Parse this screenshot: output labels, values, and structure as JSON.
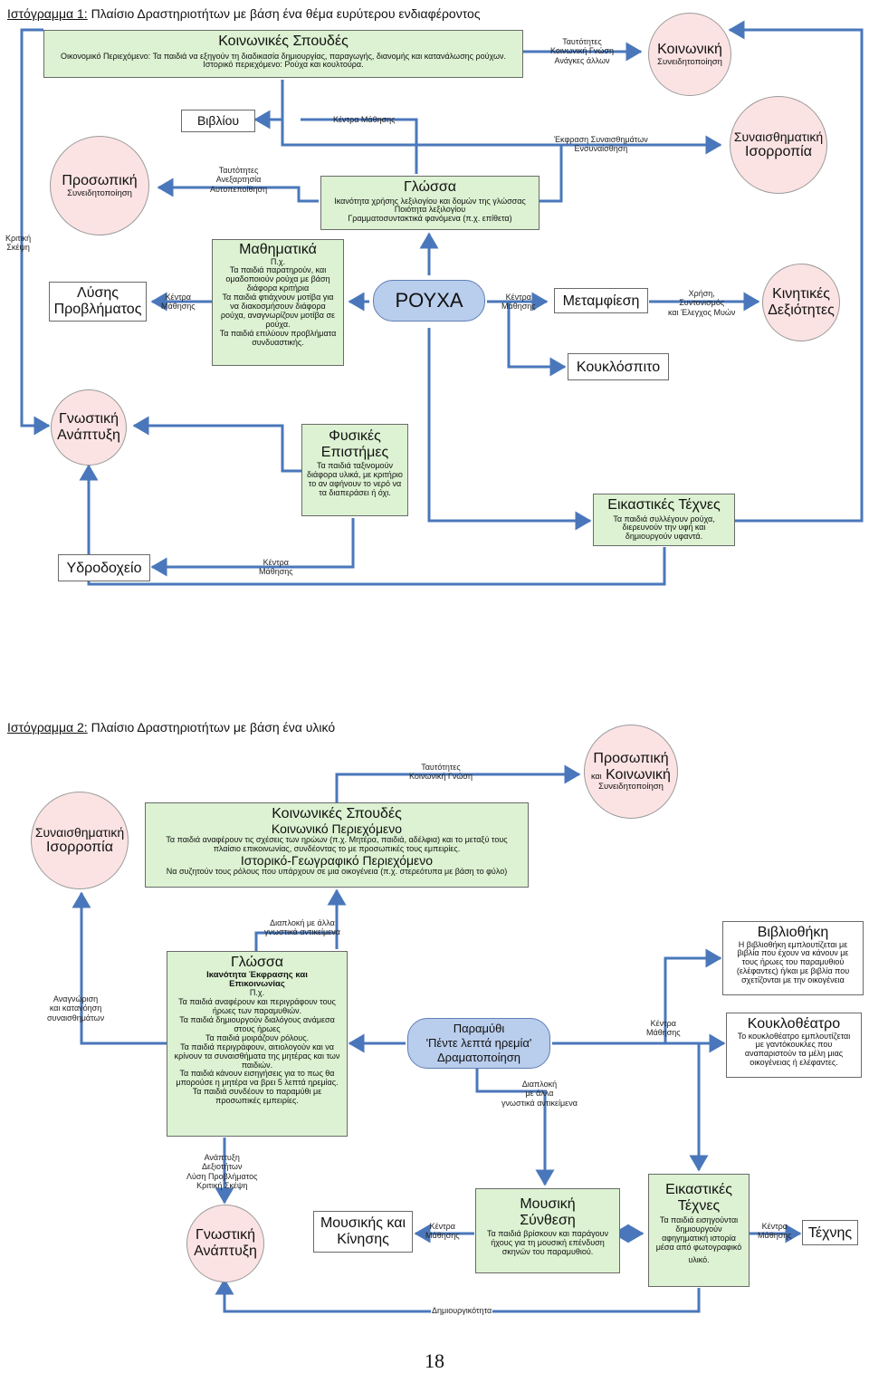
{
  "d1": {
    "cap_a": "Ιστόγραμμα 1:",
    "cap_b": " Πλαίσιο Δραστηριοτήτων με βάση ένα θέμα ευρύτερου ενδιαφέροντος",
    "kinon": {
      "title": "Κοινωνικές Σπουδές",
      "l1": "Οικονομικό Περιεχόμενο: Τα παιδιά να εξηγούν τη διαδικασία δημιουργίας, παραγωγής, διανομής και κατανάλωσης ρούχων.",
      "l2": "Ιστορικό περιεχόμενο: Ρούχα και κουλτούρα."
    },
    "c_koinoniki": {
      "t": "Κοινωνική",
      "s": "Συνειδητοποίηση"
    },
    "c_synais": {
      "t1": "Συναισθηματική",
      "t2": "Ισορροπία"
    },
    "c_prosopiki": {
      "t": "Προσωπική",
      "s": "Συνειδητοποίηση"
    },
    "c_kinitikes": {
      "t1": "Κινητικές",
      "t2": "Δεξιότητες"
    },
    "c_gnostiki": {
      "t1": "Γνωστική",
      "t2": "Ανάπτυξη"
    },
    "vivliou": "Βιβλίου",
    "glossa": {
      "title": "Γλώσσα",
      "l1": "Ικανότητα χρήσης λεξιλογίου και δομών της γλώσσας",
      "l2": "Ποιότητα λεξιλογίου",
      "l3": "Γραμματοσυντακτικά φανόμενα (π.χ. επίθετα)"
    },
    "math": {
      "title": "Μαθηματικά",
      "l1": "Π.χ.",
      "l2": "Τα παιδιά παρατηρούν, και",
      "l3": "ομαδοποιούν ρούχα με βάση",
      "l4": "διάφορα κριτήρια",
      "l5": "Τα παιδιά φτιάχνουν μοτίβα για",
      "l6": "να διακοσμήσουν διάφορα",
      "l7": "ρούχα, αναγνωρίζουν μοτίβα σε",
      "l8": "ρούχα.",
      "l9": "Τα παιδιά επιλύουν προβλήματα",
      "l10": "συνδυαστικής."
    },
    "lysis": {
      "t1": "Λύσης",
      "t2": "Προβλήματος"
    },
    "rouxa": "ΡΟΥΧΑ",
    "metamf": "Μεταμφίεση",
    "koukl": "Κουκλόσπιτο",
    "fysikes": {
      "t1": "Φυσικές",
      "t2": "Επιστήμες",
      "l1": "Τα παιδιά ταξινομούν",
      "l2": "διάφορα υλικά, με κριτήριο",
      "l3": "το αν αφήνουν το νερό να",
      "l4": "τα διαπεράσει ή όχι."
    },
    "eikast": {
      "title": "Εικαστικές Τέχνες",
      "l1": "Τα παιδιά συλλέγουν ρούχα,",
      "l2": "διερευνούν την υφή και",
      "l3": "δημιουργούν υφαντά."
    },
    "ydro": "Υδροδοχείο",
    "lb_tayt1": {
      "a": "Ταυτότητες",
      "b": "Κοινωνική Γνώση",
      "c": "Ανάγκες άλλων"
    },
    "lb_kentra1": "Κέντρα Μάθησης",
    "lb_ekfrasi": {
      "a": "Έκφραση Συναισθημάτων",
      "b": "Ενσυναίσθηση"
    },
    "lb_tayt2": {
      "a": "Ταυτότητες",
      "b": "Ανεξαρτησία",
      "c": "Αυτοπεποίθηση"
    },
    "lb_kritiki": {
      "a": "Κριτική",
      "b": "Σκέψη"
    },
    "lb_kentra2": {
      "a": "Κέντρα",
      "b": "Μάθησης"
    },
    "lb_kentra3": {
      "a": "Κέντρα",
      "b": "Μάθησης"
    },
    "lb_xrisi": {
      "a": "Χρήση,",
      "b": "Συντονισμός",
      "c": "και Έλεγχος Μυών"
    },
    "lb_kentra4": {
      "a": "Κέντρα",
      "b": "Μάθησης"
    }
  },
  "d2": {
    "cap_a": "Ιστόγραμμα 2:",
    "cap_b": " Πλαίσιο Δραστηριοτήτων με βάση ένα υλικό",
    "c_prosopiki": {
      "t1": "Προσωπική",
      "pre": "και",
      "t2": "Κοινωνική",
      "s": "Συνειδητοποίηση"
    },
    "c_synais": {
      "t1": "Συναισθηματική",
      "t2": "Ισορροπία"
    },
    "kinon": {
      "title": "Κοινωνικές Σπουδές",
      "sub1": "Κοινωνικό Περιεχόμενο",
      "l1": "Τα παιδιά αναφέρουν τις σχέσεις των ηρώων (π.χ. Μητέρα, παιδιά, αδέλφια) και το μεταξύ τους",
      "l2": "πλαίσιο επικοινωνίας, συνδέοντας το με προσωπικές τους εμπειρίες.",
      "sub2": "Ιστορικό-Γεωγραφικό Περιεχόμενο",
      "l3": "Να συζητούν τους ρόλους που υπάρχουν σε μια οικογένεια (π.χ. στερεότυπα με βάση το φύλο)"
    },
    "lb_tayt": {
      "a": "Ταυτότητες",
      "b": "Κοινωνική Γνώση"
    },
    "lb_diaploki1": {
      "a": "Διαπλοκή με άλλα",
      "b": "γνωστικά αντικείμενα"
    },
    "glossa": {
      "title": "Γλώσσα",
      "b1": "Ικανότητα Έκφρασης και",
      "b2": "Επικοινωνίας",
      "l0": "Π.χ.",
      "l1": "Τα παιδιά αναφέρουν και περιγράφουν τους",
      "l2": "ήρωες των παραμυθιών.",
      "l3": "Τα παιδιά δημιουργούν διαλόγους ανάμεσα",
      "l4": "στους ήρωες",
      "l5": "Τα παιδιά μοιράζουν ρόλους.",
      "l6": "Τα παιδιά περιγράφουν, αιτιολογούν και να",
      "l7": "κρίνουν τα συναισθήματα της μητέρας και των",
      "l8": "παιδιών.",
      "l9": "Τα παιδιά κάνουν εισηγήσεις για το πως θα",
      "l10": "μπορούσε η μητέρα να βρει 5 λεπτά ηρεμίας.",
      "l11": "Τα παιδιά συνδέουν το παραμύθι με",
      "l12": "προσωπικές εμπειρίες."
    },
    "lb_anagn": {
      "a": "Αναγνώριση",
      "b": "και κατανόηση",
      "c": "συναισθημάτων"
    },
    "pill": {
      "l1": "Παραμύθι",
      "l2": "'Πέντε λεπτά ηρεμία'",
      "l3": "Δραματοποίηση"
    },
    "vivlio": {
      "title": "Βιβλιοθήκη",
      "l1": "Η βιβλιοθήκη εμπλουτίζεται με",
      "l2": "βιβλία που έχουν να κάνουν με",
      "l3": "τους ήρωες του παραμυθιού",
      "l4": "(ελέφαντες) ή/και με βιβλία που",
      "l5": "σχετίζονται με την οικογένεια"
    },
    "lb_kentra1": {
      "a": "Κέντρα",
      "b": "Μάθησης"
    },
    "koukloth": {
      "title": "Κουκλοθέατρο",
      "l1": "Το κουκλοθέατρο εμπλουτίζεται",
      "l2": "με γαντόκουκλες που",
      "l3": "αναπαριστούν τα μέλη μιας",
      "l4": "οικογένειας ή ελέφαντες."
    },
    "lb_diaploki2": {
      "a": "Διαπλοκή",
      "b": "με άλλα",
      "c": "γνωστικά αντικείμενα"
    },
    "lb_anaptyxi": {
      "a": "Ανάπτυξη",
      "b": "Δεξιοτήτων",
      "c": "Λύση Προβλήματος",
      "d": "Κριτική Σκέψη"
    },
    "c_gnostiki": {
      "t1": "Γνωστική",
      "t2": "Ανάπτυξη"
    },
    "mousikis": {
      "t1": "Μουσικής και",
      "t2": "Κίνησης"
    },
    "lb_kentra2": {
      "a": "Κέντρα",
      "b": "Μάθησης"
    },
    "mousiki": {
      "t1": "Μουσική",
      "t2": "Σύνθεση",
      "l1": "Τα παιδιά βρίσκουν και παράγουν",
      "l2": "ήχους για τη μουσική επένδυση",
      "l3": "σκηνών του παραμυθιού."
    },
    "eikast": {
      "t1": "Εικαστικές",
      "t2": "Τέχνες",
      "l1": "Τα παιδιά εισηγούνται",
      "l2": "δημιουργούν",
      "l3": "αφηγηματική ιστορία",
      "l4": "μέσα από φωτογραφικό",
      "l5": "υλικό."
    },
    "lb_kentra3": {
      "a": "Κέντρα",
      "b": "Μάθησης"
    },
    "texnis": "Τέχνης",
    "lb_dimiourg": "Δημιουργικότητα"
  },
  "page_number": "18",
  "colors": {
    "arrow": "#4a77bb",
    "green": "#dcf2d2",
    "pink": "#fce3e3",
    "blue_pill": "#b9cdec"
  }
}
